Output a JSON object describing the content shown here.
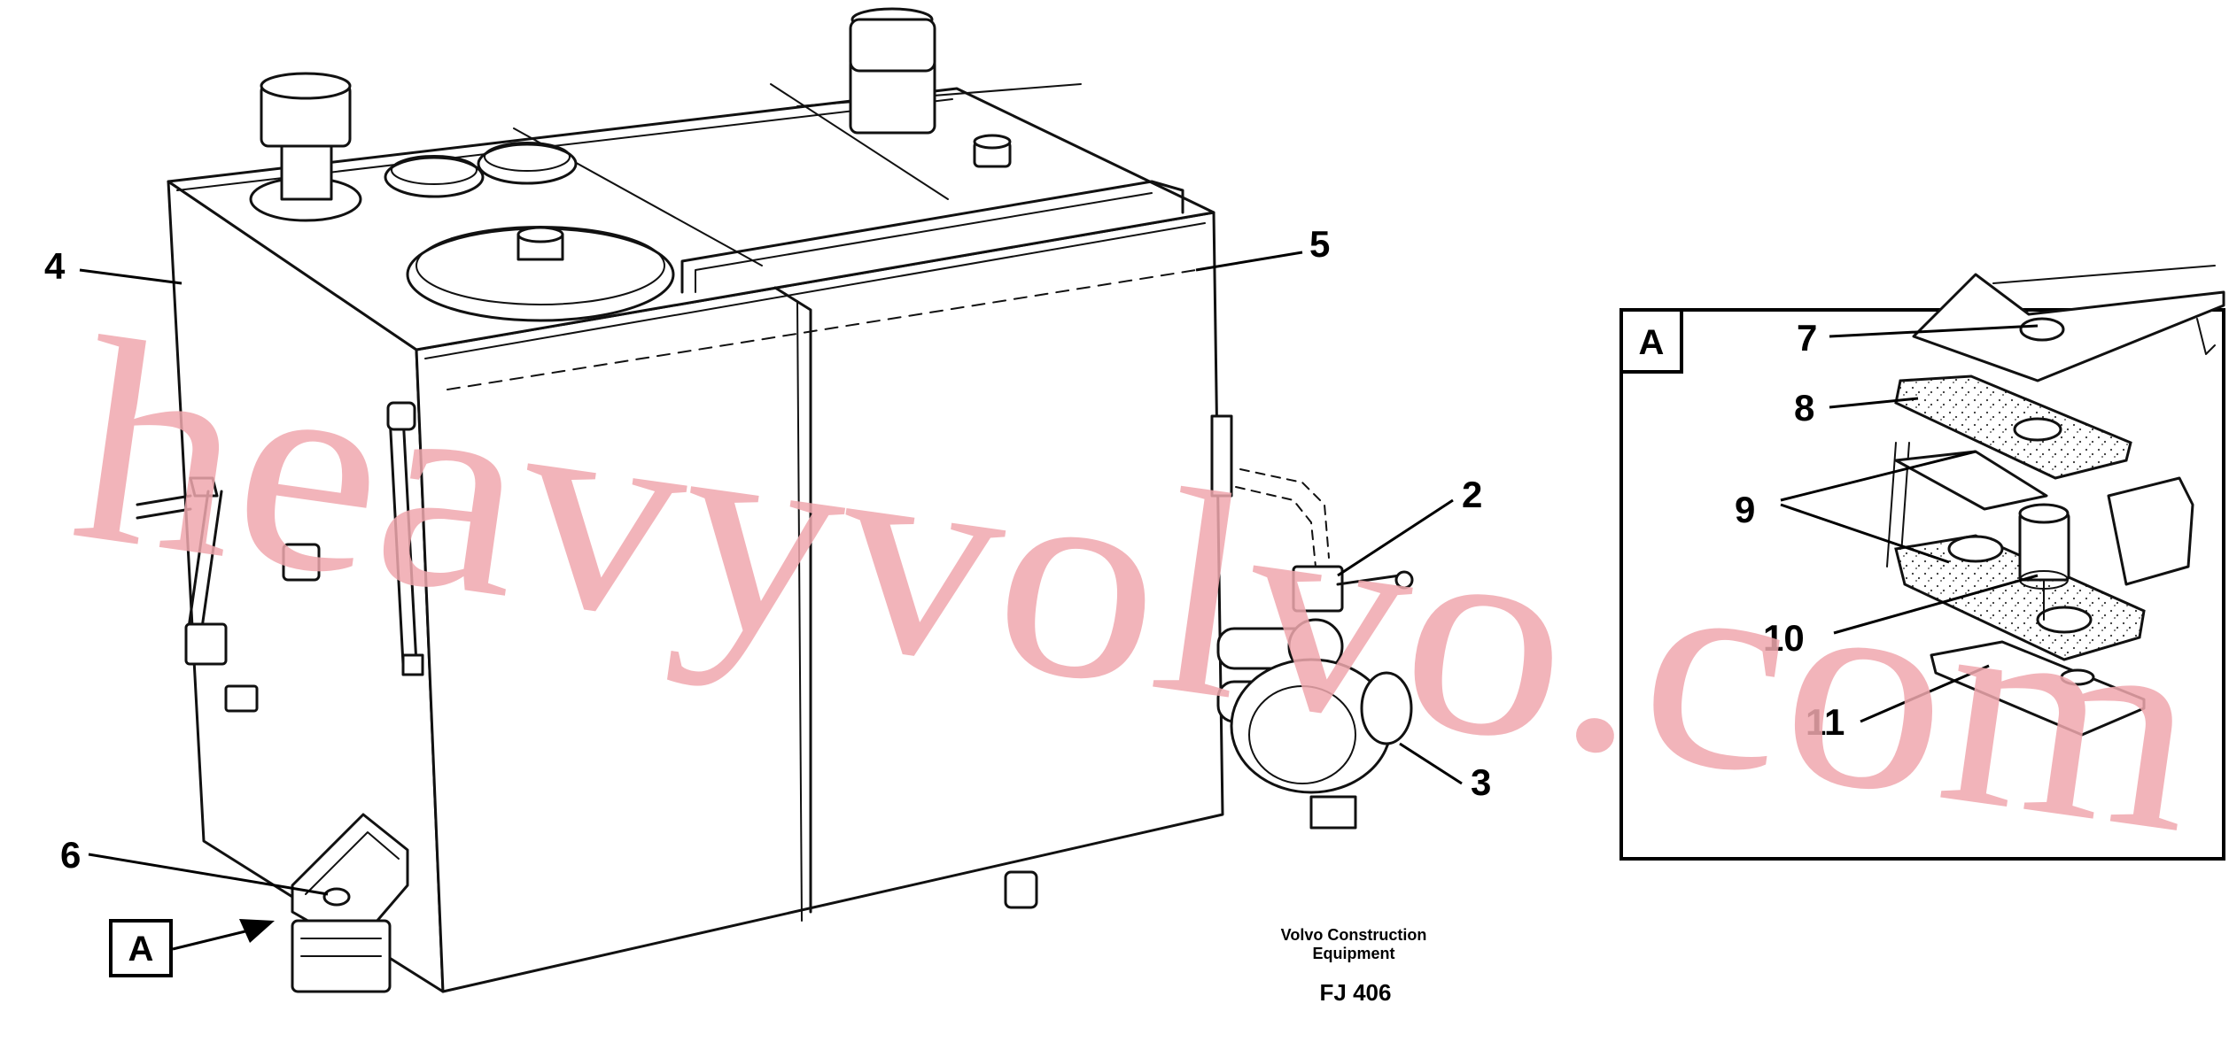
{
  "labels": {
    "l2": "2",
    "l3": "3",
    "l4": "4",
    "l5": "5",
    "l6": "6",
    "l7": "7",
    "l8": "8",
    "l9": "9",
    "l10": "10",
    "l11": "11",
    "detail_ref": "A",
    "inset_ref": "A"
  },
  "footer": {
    "company_line1": "Volvo Construction",
    "company_line2": "Equipment",
    "drawing_code": "FJ 406"
  },
  "watermark": {
    "text": "heavyvolvo.com",
    "color": "#f0a8ae"
  }
}
